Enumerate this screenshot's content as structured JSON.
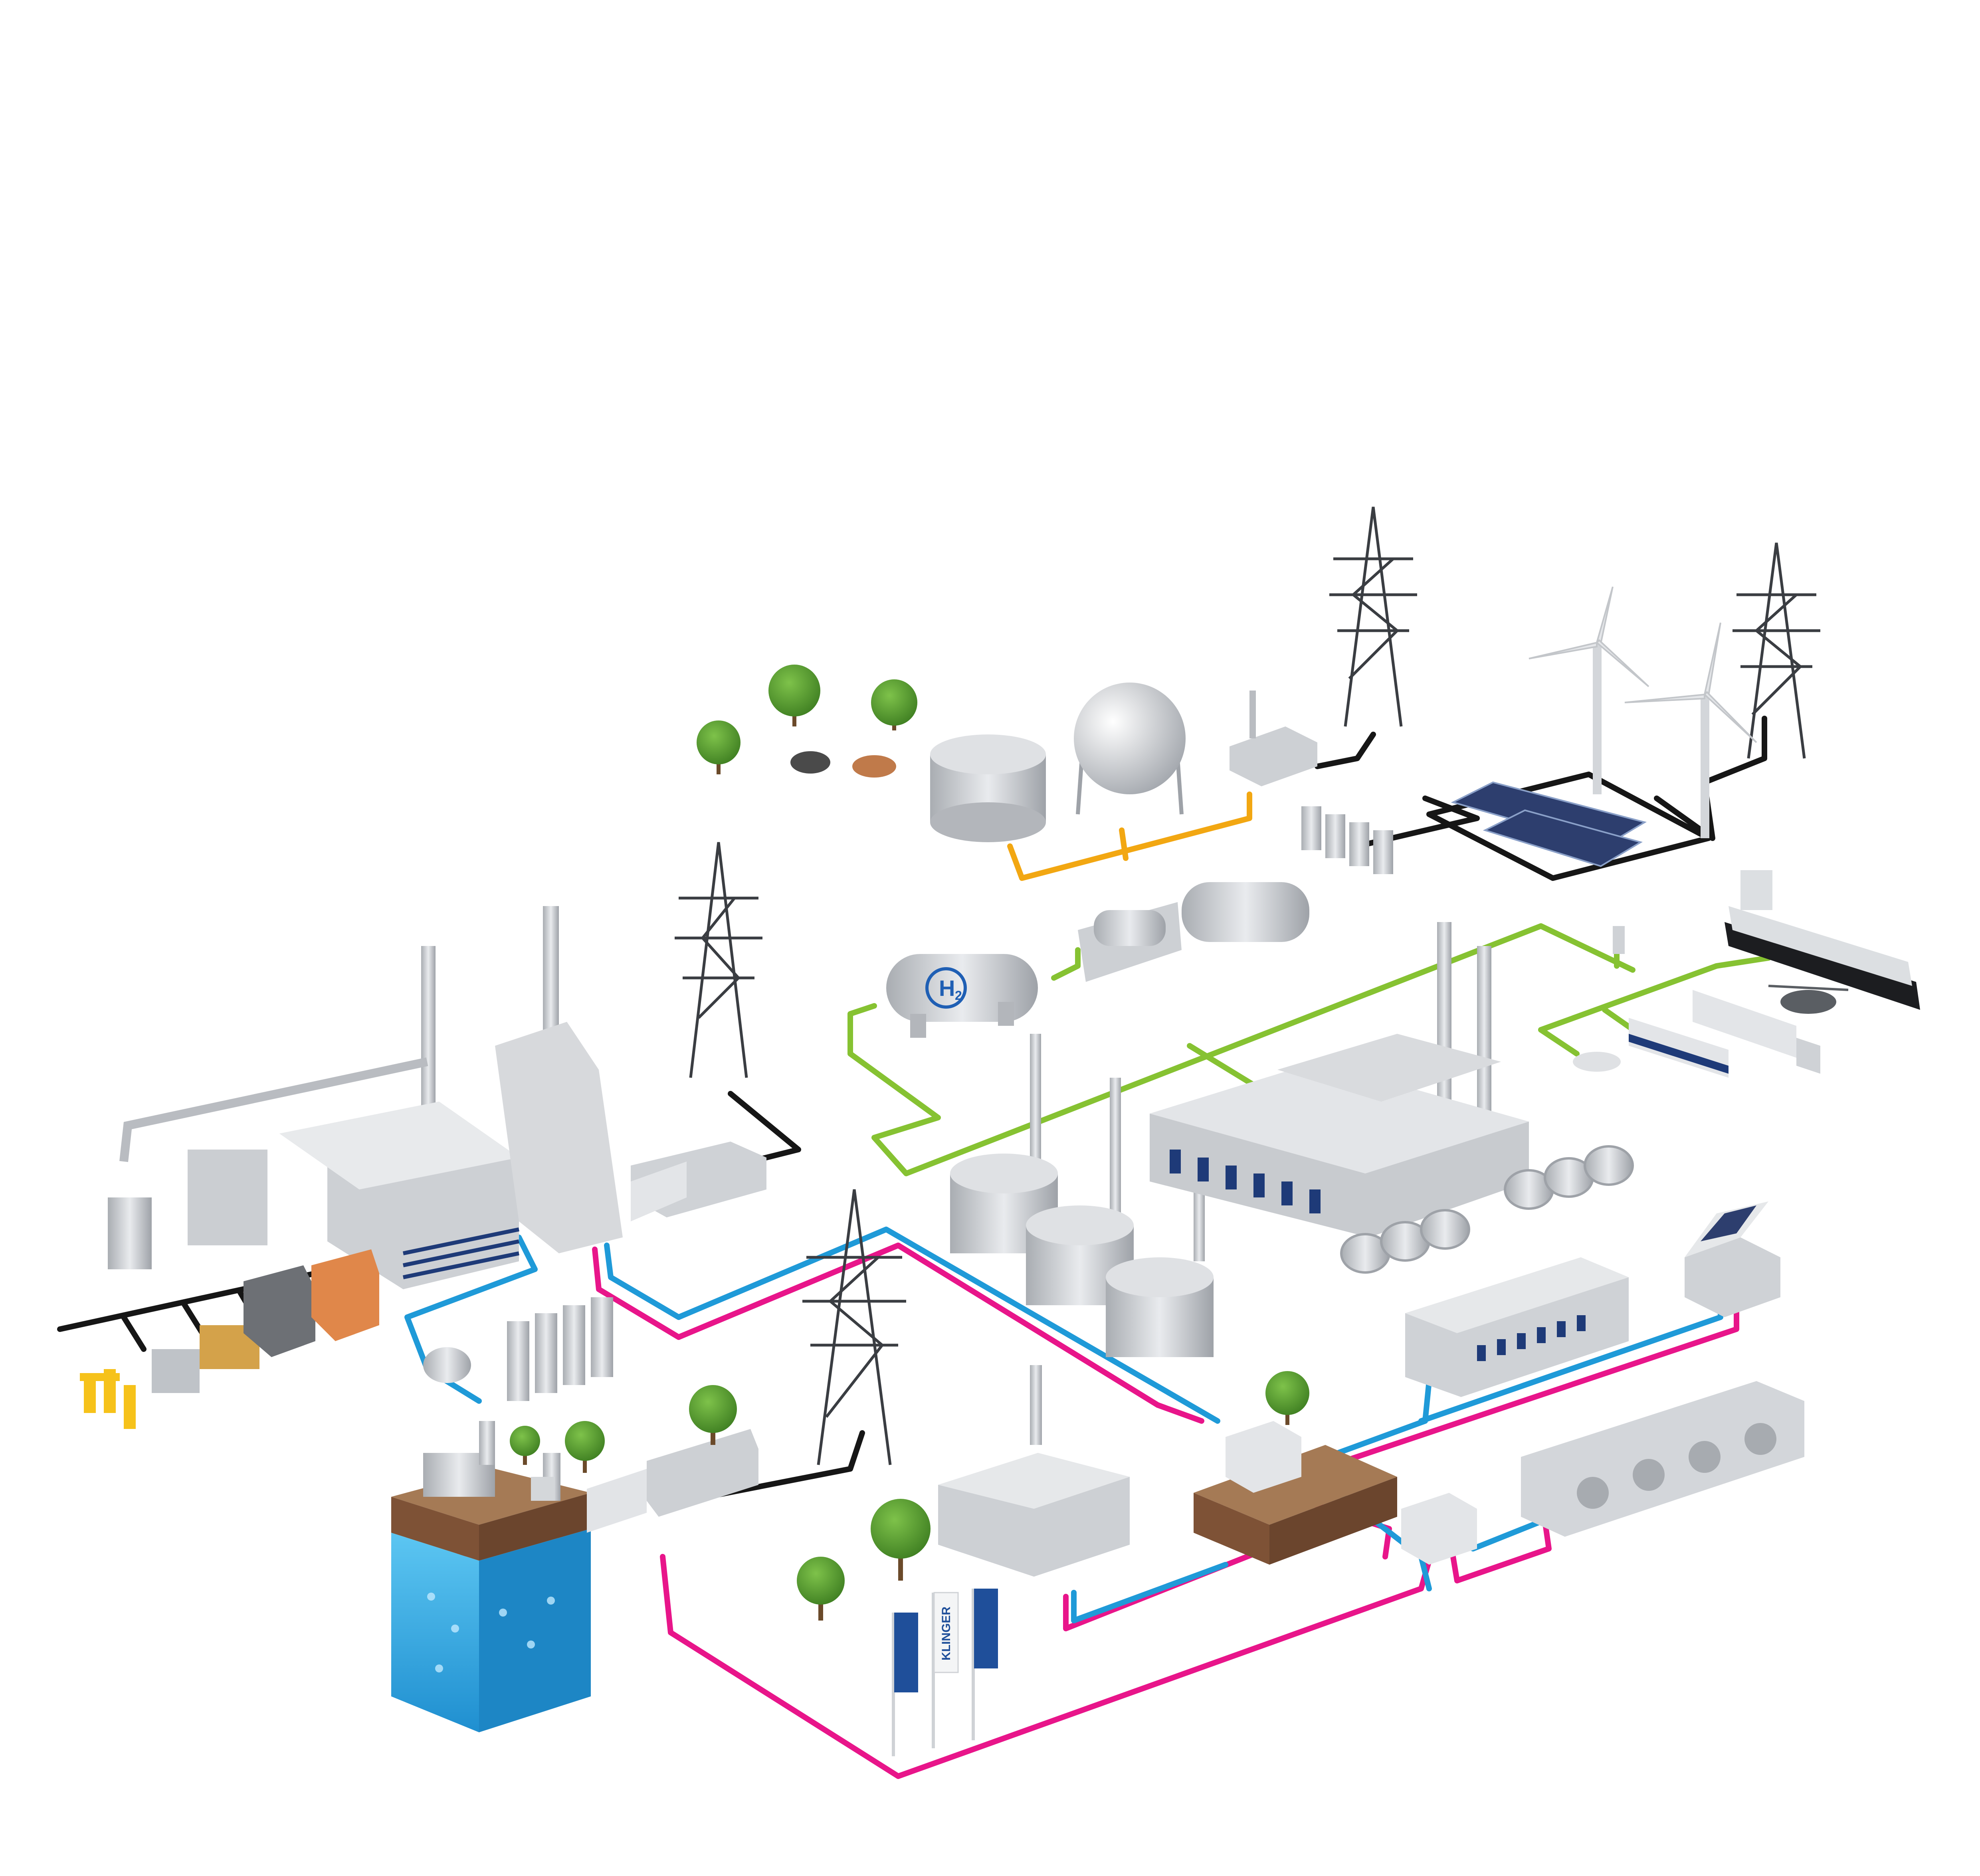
{
  "labels": {
    "hydrogen_tank": "H",
    "hydrogen_subscript": "2",
    "brand": "KLINGER"
  },
  "colors": {
    "heat_line": "#e8158a",
    "cold_line": "#1f9ad8",
    "power_line": "#161616",
    "hydrogen_line": "#86c232",
    "gas_line": "#f2a712",
    "water": "#2aa3e0",
    "soil": "#8a5a3a",
    "structure": "#c9ccd0",
    "accent_window": "#1e3a78",
    "tree": "#5a9a2e",
    "solar_panel": "#2d3e6e"
  },
  "icons": [
    "power-plant-icon",
    "cooling-tower-icon",
    "transmission-tower-icon",
    "wind-turbine-icon",
    "solar-panel-icon",
    "hydrogen-tank-icon",
    "electrolyzer-icon",
    "gas-storage-tank-icon",
    "spherical-tank-icon",
    "substation-icon",
    "industrial-plant-icon",
    "steel-coil-icon",
    "office-building-icon",
    "house-icon",
    "heat-pump-icon",
    "geothermal-well-icon",
    "turbine-generator-icon",
    "ship-icon",
    "truck-icon",
    "bus-icon",
    "car-icon",
    "helicopter-icon",
    "charging-station-icon",
    "tree-icon",
    "cow-icon",
    "flag-icon",
    "gas-valve-icon",
    "waste-container-icon",
    "biomass-bale-icon",
    "coal-bin-icon",
    "wood-chip-bin-icon",
    "battery-storage-icon"
  ]
}
